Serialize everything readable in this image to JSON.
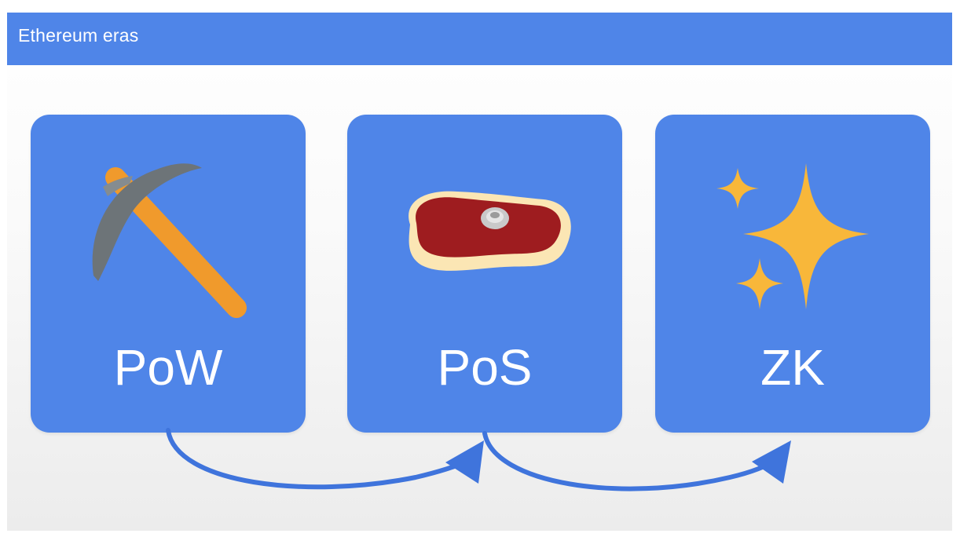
{
  "header": {
    "title": "Ethereum eras"
  },
  "eras": [
    {
      "label": "PoW",
      "icon": "pickaxe-icon"
    },
    {
      "label": "PoS",
      "icon": "steak-icon"
    },
    {
      "label": "ZK",
      "icon": "sparkles-icon"
    }
  ],
  "transitions": [
    {
      "from": "PoW",
      "to": "PoS"
    },
    {
      "from": "PoS",
      "to": "ZK"
    }
  ],
  "colors": {
    "accent": "#4f85e8",
    "arrow": "#3f74dc",
    "pickaxe_head": "#6d7478",
    "pickaxe_handle": "#f09a2c",
    "meat": "#9e1c1f",
    "fat": "#fbe6b4",
    "sparkle": "#f8b73a"
  }
}
